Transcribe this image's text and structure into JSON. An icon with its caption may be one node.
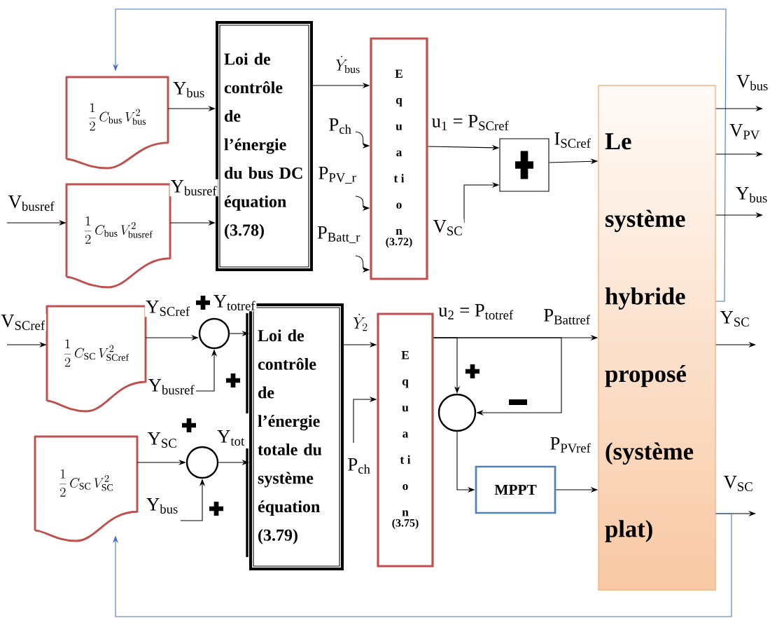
{
  "diagram": {
    "nodes": [
      {
        "text": [
          "\\frac{1}{2}\\, C_{\\mathrm{bus}}\\, V^{2}_{\\mathrm{bus}}"
        ]
      },
      {
        "text": [
          "\\frac{1}{2}\\, C_{\\mathrm{bus}}\\, V^{2}_{\\mathrm{busref}}"
        ]
      },
      {
        "text": [
          "Loi de contrôle de l’énergie du bus DC équation (3.78)"
        ]
      },
      {
        "text": [
          "E q u a t i o n",
          "(3.72)"
        ]
      },
      {
        "text": [],
        "shape": "box"
      },
      {
        "text": [
          "Le système hybride proposé (système plat)"
        ]
      },
      {
        "text": [
          "\\frac{1}{2}\\, C_{\\mathrm{SC}}\\, V^{2}_{\\mathrm{SCref}}"
        ]
      },
      {
        "text": [],
        "shape": "circle"
      },
      {
        "text": [
          "Loi de contrôle de l’énergie totale du système équation (3.79)"
        ]
      },
      {
        "text": [
          "E q u a t i o n",
          "(3.75)"
        ]
      },
      {
        "text": [
          "\\frac{1}{2}\\, C_{\\mathrm{SC}}\\, V^{2}_{\\mathrm{SC}}"
        ]
      },
      {
        "text": [],
        "shape": "circle"
      },
      {
        "text": [],
        "shape": "circle"
      },
      {
        "text": [
          "MPPT"
        ]
      }
    ],
    "edges": [
      {
        "from": 5,
        "to": 0,
        "arrow": "to",
        "color": "#4472c4"
      },
      {
        "from": 0,
        "to": 2,
        "arrow": "to",
        "label": "Y$_{bus}$"
      },
      {
        "from": null,
        "to": 1,
        "arrow": "to",
        "label": "V$_{busref}$"
      },
      {
        "from": 1,
        "to": 2,
        "arrow": "to",
        "label": "Y$_{busref}$"
      },
      {
        "from": 2,
        "to": 3,
        "arrow": "to",
        "label": "\\dot{Y}_{\\mathrm{bus}}"
      },
      {
        "from": null,
        "to": 3,
        "arrow": "to",
        "label": "P$_{ch}$"
      },
      {
        "from": null,
        "to": 3,
        "arrow": "to",
        "label": "P$_{PV_r}$"
      },
      {
        "from": null,
        "to": 3,
        "arrow": "to",
        "label": "P$_{Batt_r}$"
      },
      {
        "from": 3,
        "to": 4,
        "arrow": "to",
        "label": "u$_{1}$ = P$_{SCref}$"
      },
      {
        "from": null,
        "to": 4,
        "arrow": "to",
        "label": "V$_{SC}$"
      },
      {
        "from": 4,
        "to": 5,
        "arrow": "to",
        "label": "I$_{SCref}$"
      },
      {
        "from": 5,
        "to": null,
        "arrow": "to",
        "label": "V$_{bus}$"
      },
      {
        "from": 5,
        "to": null,
        "arrow": "to",
        "label": "V$_{PV}$"
      },
      {
        "from": 5,
        "to": null,
        "arrow": "to",
        "label": "Y$_{bus}$"
      },
      {
        "from": 5,
        "to": null,
        "arrow": "to",
        "label": "Y$_{SC}$"
      },
      {
        "from": 5,
        "to": null,
        "arrow": "to",
        "label": "V$_{SC}$"
      },
      {
        "from": null,
        "to": 6,
        "arrow": "to",
        "label": "V$_{SCref}$"
      },
      {
        "from": 6,
        "to": 7,
        "arrow": "to",
        "label": "Y$_{SCref}$"
      },
      {
        "from": null,
        "to": 7,
        "arrow": "to",
        "label": "Y$_{busref}$"
      },
      {
        "from": 7,
        "to": 8,
        "arrow": "to",
        "label": "Y$_{totref}$"
      },
      {
        "from": 10,
        "to": 11,
        "arrow": "to",
        "label": "Y$_{SC}$"
      },
      {
        "from": null,
        "to": 11,
        "arrow": "to",
        "label": "Y$_{bus}$"
      },
      {
        "from": 11,
        "to": 8,
        "arrow": "to",
        "label": "Y$_{tot}$"
      },
      {
        "from": 8,
        "to": 9,
        "arrow": "to",
        "label": "\\dot{Y}_{2}"
      },
      {
        "from": null,
        "to": 9,
        "arrow": "to",
        "label": "P$_{ch}$"
      },
      {
        "from": 9,
        "to": 5,
        "arrow": "to",
        "label": "u$_{2}$ = P$_{totref}$"
      },
      {
        "from": 9,
        "to": 12,
        "arrow": "to"
      },
      {
        "from": 9,
        "to": 12,
        "arrow": "to"
      },
      {
        "from": 12,
        "to": 13,
        "arrow": "to"
      },
      {
        "from": 13,
        "to": 5,
        "arrow": "to",
        "label": "P$_{PVref}$"
      },
      {
        "from": 5,
        "to": 10,
        "arrow": "to",
        "color": "#4472c4"
      }
    ],
    "labels": [
      "P$_{Battref}$"
    ]
  }
}
